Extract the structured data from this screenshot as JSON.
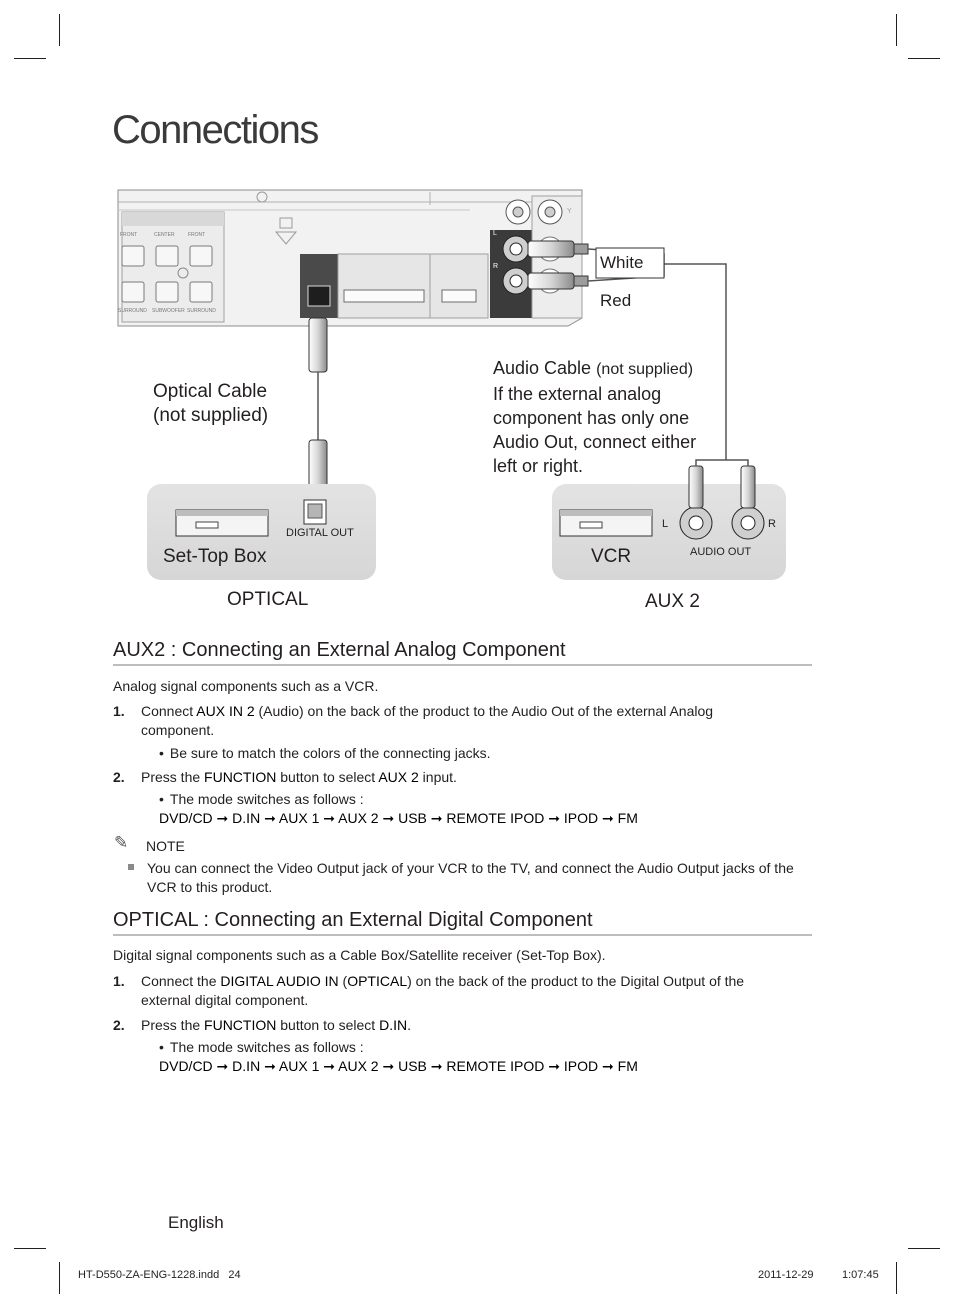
{
  "page": {
    "title": "Connections",
    "language": "English",
    "footer_file": "HT-D550-ZA-ENG-1228.indd   24",
    "footer_date": "2011-12-29",
    "footer_time": "1:07:45"
  },
  "diagram": {
    "white_label": "White",
    "red_label": "Red",
    "audio_cable_label": "Audio Cable",
    "audio_cable_note": "(not supplied)",
    "audio_cable_text": [
      "If the external analog",
      "component has only one",
      "Audio Out, connect either",
      "left or right."
    ],
    "optical_cable_label": "Optical Cable",
    "optical_cable_note": "(not supplied)",
    "set_top_box_label": "Set-Top Box",
    "digital_out_label": "DIGITAL OUT",
    "optical_label": "OPTICAL",
    "vcr_label": "VCR",
    "audio_out_label": "AUDIO OUT",
    "l_label": "L",
    "r_label": "R",
    "aux2_label": "AUX 2",
    "panel_labels": {
      "front_l": "FRONT",
      "center": "CENTER",
      "front_r": "FRONT",
      "surround_l": "SURROUND",
      "subwoofer": "SUBWOOFER",
      "surround_r": "SURROUND",
      "jack_l": "L",
      "jack_r": "R",
      "jack_y": "Y"
    }
  },
  "section_aux": {
    "heading": "AUX2 : Connecting an External Analog Component",
    "intro": "Analog signal components such as a VCR.",
    "step1_num": "1.",
    "step1_a": "Connect ",
    "step1_b": "AUX IN 2",
    "step1_c": " (Audio) on the back of the product to the Audio Out of the external Analog",
    "step1_d": "component.",
    "step1_bullet": "Be sure to match the colors of the connecting jacks.",
    "step2_num": "2.",
    "step2_a": "Press the ",
    "step2_b": "FUNCTION",
    "step2_c": " button to select ",
    "step2_d": "AUX 2",
    "step2_e": " input.",
    "step2_bullet": "The mode switches as follows :",
    "mode_sequence": "DVD/CD ➞ D.IN ➞ AUX 1 ➞ AUX 2 ➞ USB ➞ REMOTE IPOD ➞ IPOD ➞ FM",
    "note_label": "NOTE",
    "note_line1": "You can connect the Video Output jack of your VCR to the TV, and connect the Audio Output jacks of the",
    "note_line2": "VCR to this product."
  },
  "section_optical": {
    "heading": "OPTICAL : Connecting an External Digital Component",
    "intro": "Digital signal components such as a Cable Box/Satellite receiver (Set-Top Box).",
    "step1_num": "1.",
    "step1_a": "Connect the ",
    "step1_b": "DIGITAL AUDIO IN",
    "step1_c": " (",
    "step1_d": "OPTICAL",
    "step1_e": ") on the back of the product to the Digital Output of the",
    "step1_f": "external digital component.",
    "step2_num": "2.",
    "step2_a": "Press the ",
    "step2_b": "FUNCTION",
    "step2_c": " button to select ",
    "step2_d": "D.IN",
    "step2_e": ".",
    "step2_bullet": "The mode switches as follows :",
    "mode_sequence": "DVD/CD ➞ D.IN ➞ AUX 1 ➞ AUX 2 ➞ USB ➞ REMOTE IPOD ➞ IPOD ➞ FM"
  }
}
